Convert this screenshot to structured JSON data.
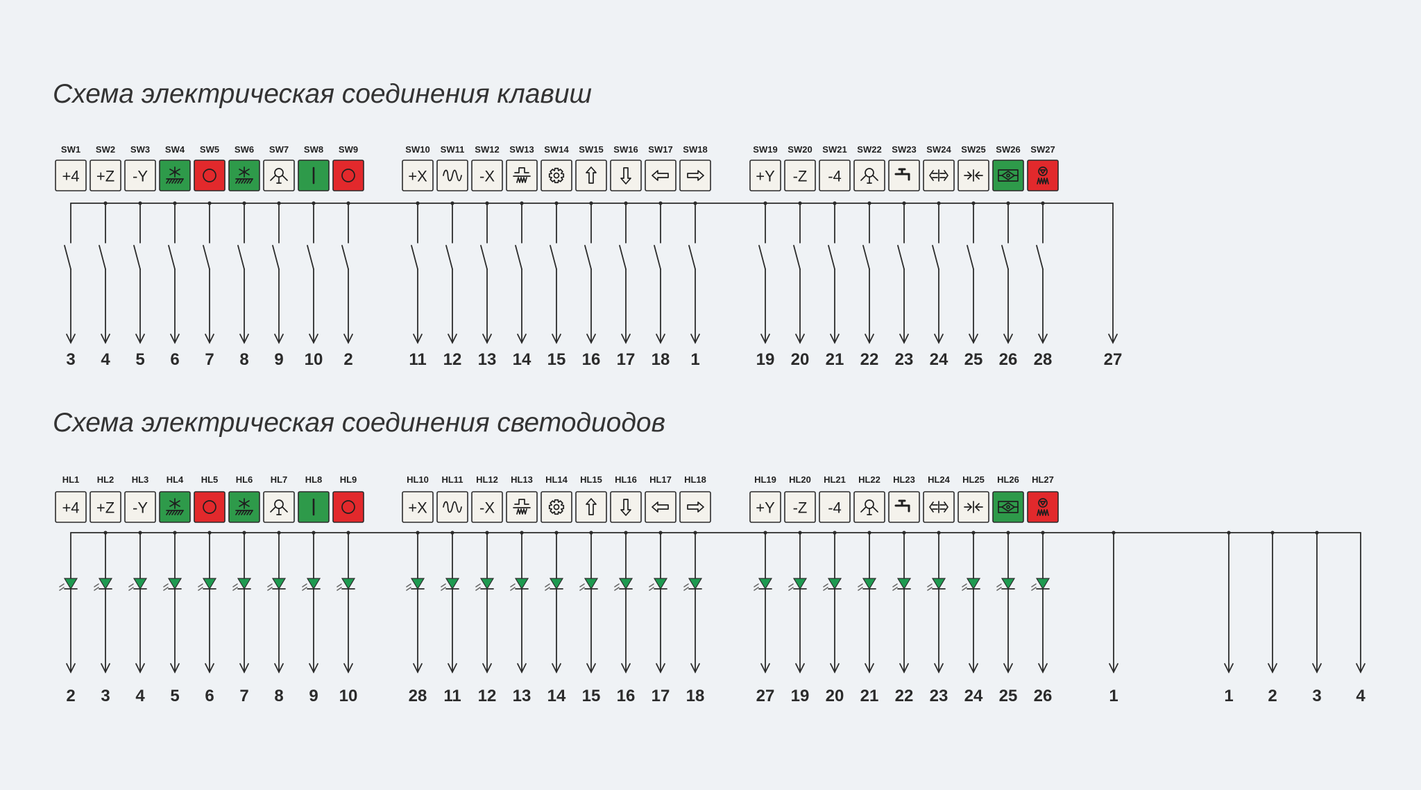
{
  "titles": {
    "keys": "Схема электрическая соединения клавиш",
    "leds": "Схема электрическая соединения светодиодов"
  },
  "colors": {
    "background": "#eff2f5",
    "line": "#2b2b2b",
    "icon": "#1f1f1f",
    "led": "#1e9a50",
    "emission": "#666666"
  },
  "key_groups": [
    [
      {
        "id": "SW1",
        "text": "+4",
        "color": "#f4f2ec",
        "pin": "3"
      },
      {
        "id": "SW2",
        "text": "+Z",
        "color": "#f4f2ec",
        "pin": "4"
      },
      {
        "id": "SW3",
        "text": "-Y",
        "color": "#f4f2ec",
        "pin": "5"
      },
      {
        "id": "SW4",
        "icon": "machining-icon",
        "color": "#2e9a4a",
        "pin": "6"
      },
      {
        "id": "SW5",
        "icon": "stop-circle-icon",
        "color": "#e2292c",
        "pin": "7"
      },
      {
        "id": "SW6",
        "icon": "machining-icon",
        "color": "#2e9a4a",
        "pin": "8"
      },
      {
        "id": "SW7",
        "icon": "lamp-icon",
        "color": "#f4f2ec",
        "pin": "9"
      },
      {
        "id": "SW8",
        "icon": "power-on-icon",
        "color": "#2e9a4a",
        "pin": "10"
      },
      {
        "id": "SW9",
        "icon": "stop-circle-icon",
        "color": "#e2292c",
        "pin": "2"
      }
    ],
    [
      {
        "id": "SW10",
        "text": "+X",
        "color": "#f4f2ec",
        "pin": "11"
      },
      {
        "id": "SW11",
        "icon": "wave-icon",
        "color": "#f4f2ec",
        "pin": "12"
      },
      {
        "id": "SW12",
        "text": "-X",
        "color": "#f4f2ec",
        "pin": "13"
      },
      {
        "id": "SW13",
        "icon": "jog-pulse-icon",
        "color": "#f4f2ec",
        "pin": "14"
      },
      {
        "id": "SW14",
        "icon": "gear-icon",
        "color": "#f4f2ec",
        "pin": "15"
      },
      {
        "id": "SW15",
        "icon": "arrow-up-icon",
        "color": "#f4f2ec",
        "pin": "16"
      },
      {
        "id": "SW16",
        "icon": "arrow-down-icon",
        "color": "#f4f2ec",
        "pin": "17"
      },
      {
        "id": "SW17",
        "icon": "arrow-left-icon",
        "color": "#f4f2ec",
        "pin": "18"
      },
      {
        "id": "SW18",
        "icon": "arrow-right-icon",
        "color": "#f4f2ec",
        "pin": "1"
      }
    ],
    [
      {
        "id": "SW19",
        "text": "+Y",
        "color": "#f4f2ec",
        "pin": "19"
      },
      {
        "id": "SW20",
        "text": "-Z",
        "color": "#f4f2ec",
        "pin": "20"
      },
      {
        "id": "SW21",
        "text": "-4",
        "color": "#f4f2ec",
        "pin": "21"
      },
      {
        "id": "SW22",
        "icon": "lamp-icon",
        "color": "#f4f2ec",
        "pin": "22"
      },
      {
        "id": "SW23",
        "icon": "coolant-tap-icon",
        "color": "#f4f2ec",
        "pin": "23"
      },
      {
        "id": "SW24",
        "icon": "expand-arrows-icon",
        "color": "#f4f2ec",
        "pin": "24"
      },
      {
        "id": "SW25",
        "icon": "converge-arrows-icon",
        "color": "#f4f2ec",
        "pin": "25"
      },
      {
        "id": "SW26",
        "icon": "diamond-frame-icon",
        "color": "#2e9a4a",
        "pin": "26"
      },
      {
        "id": "SW27",
        "icon": "emergency-icon",
        "color": "#e2292c",
        "pin": "28"
      }
    ]
  ],
  "key_bus_pins": [
    "27"
  ],
  "led_groups": [
    [
      {
        "id": "HL1",
        "text": "+4",
        "color": "#f4f2ec",
        "pin": "2"
      },
      {
        "id": "HL2",
        "text": "+Z",
        "color": "#f4f2ec",
        "pin": "3"
      },
      {
        "id": "HL3",
        "text": "-Y",
        "color": "#f4f2ec",
        "pin": "4"
      },
      {
        "id": "HL4",
        "icon": "machining-icon",
        "color": "#2e9a4a",
        "pin": "5"
      },
      {
        "id": "HL5",
        "icon": "stop-circle-icon",
        "color": "#e2292c",
        "pin": "6"
      },
      {
        "id": "HL6",
        "icon": "machining-icon",
        "color": "#2e9a4a",
        "pin": "7"
      },
      {
        "id": "HL7",
        "icon": "lamp-icon",
        "color": "#f4f2ec",
        "pin": "8"
      },
      {
        "id": "HL8",
        "icon": "power-on-icon",
        "color": "#2e9a4a",
        "pin": "9"
      },
      {
        "id": "HL9",
        "icon": "stop-circle-icon",
        "color": "#e2292c",
        "pin": "10"
      }
    ],
    [
      {
        "id": "HL10",
        "text": "+X",
        "color": "#f4f2ec",
        "pin": "28"
      },
      {
        "id": "HL11",
        "icon": "wave-icon",
        "color": "#f4f2ec",
        "pin": "11"
      },
      {
        "id": "HL12",
        "text": "-X",
        "color": "#f4f2ec",
        "pin": "12"
      },
      {
        "id": "HL13",
        "icon": "jog-pulse-icon",
        "color": "#f4f2ec",
        "pin": "13"
      },
      {
        "id": "HL14",
        "icon": "gear-icon",
        "color": "#f4f2ec",
        "pin": "14"
      },
      {
        "id": "HL15",
        "icon": "arrow-up-icon",
        "color": "#f4f2ec",
        "pin": "15"
      },
      {
        "id": "HL16",
        "icon": "arrow-down-icon",
        "color": "#f4f2ec",
        "pin": "16"
      },
      {
        "id": "HL17",
        "icon": "arrow-left-icon",
        "color": "#f4f2ec",
        "pin": "17"
      },
      {
        "id": "HL18",
        "icon": "arrow-right-icon",
        "color": "#f4f2ec",
        "pin": "18"
      }
    ],
    [
      {
        "id": "HL19",
        "text": "+Y",
        "color": "#f4f2ec",
        "pin": "27"
      },
      {
        "id": "HL20",
        "text": "-Z",
        "color": "#f4f2ec",
        "pin": "19"
      },
      {
        "id": "HL21",
        "text": "-4",
        "color": "#f4f2ec",
        "pin": "20"
      },
      {
        "id": "HL22",
        "icon": "lamp-icon",
        "color": "#f4f2ec",
        "pin": "21"
      },
      {
        "id": "HL23",
        "icon": "coolant-tap-icon",
        "color": "#f4f2ec",
        "pin": "22"
      },
      {
        "id": "HL24",
        "icon": "expand-arrows-icon",
        "color": "#f4f2ec",
        "pin": "23"
      },
      {
        "id": "HL25",
        "icon": "converge-arrows-icon",
        "color": "#f4f2ec",
        "pin": "24"
      },
      {
        "id": "HL26",
        "icon": "diamond-frame-icon",
        "color": "#2e9a4a",
        "pin": "25"
      },
      {
        "id": "HL27",
        "icon": "emergency-icon",
        "color": "#e2292c",
        "pin": "26"
      }
    ]
  ],
  "led_bus_pins": [
    "1",
    "1",
    "2",
    "3",
    "4"
  ]
}
